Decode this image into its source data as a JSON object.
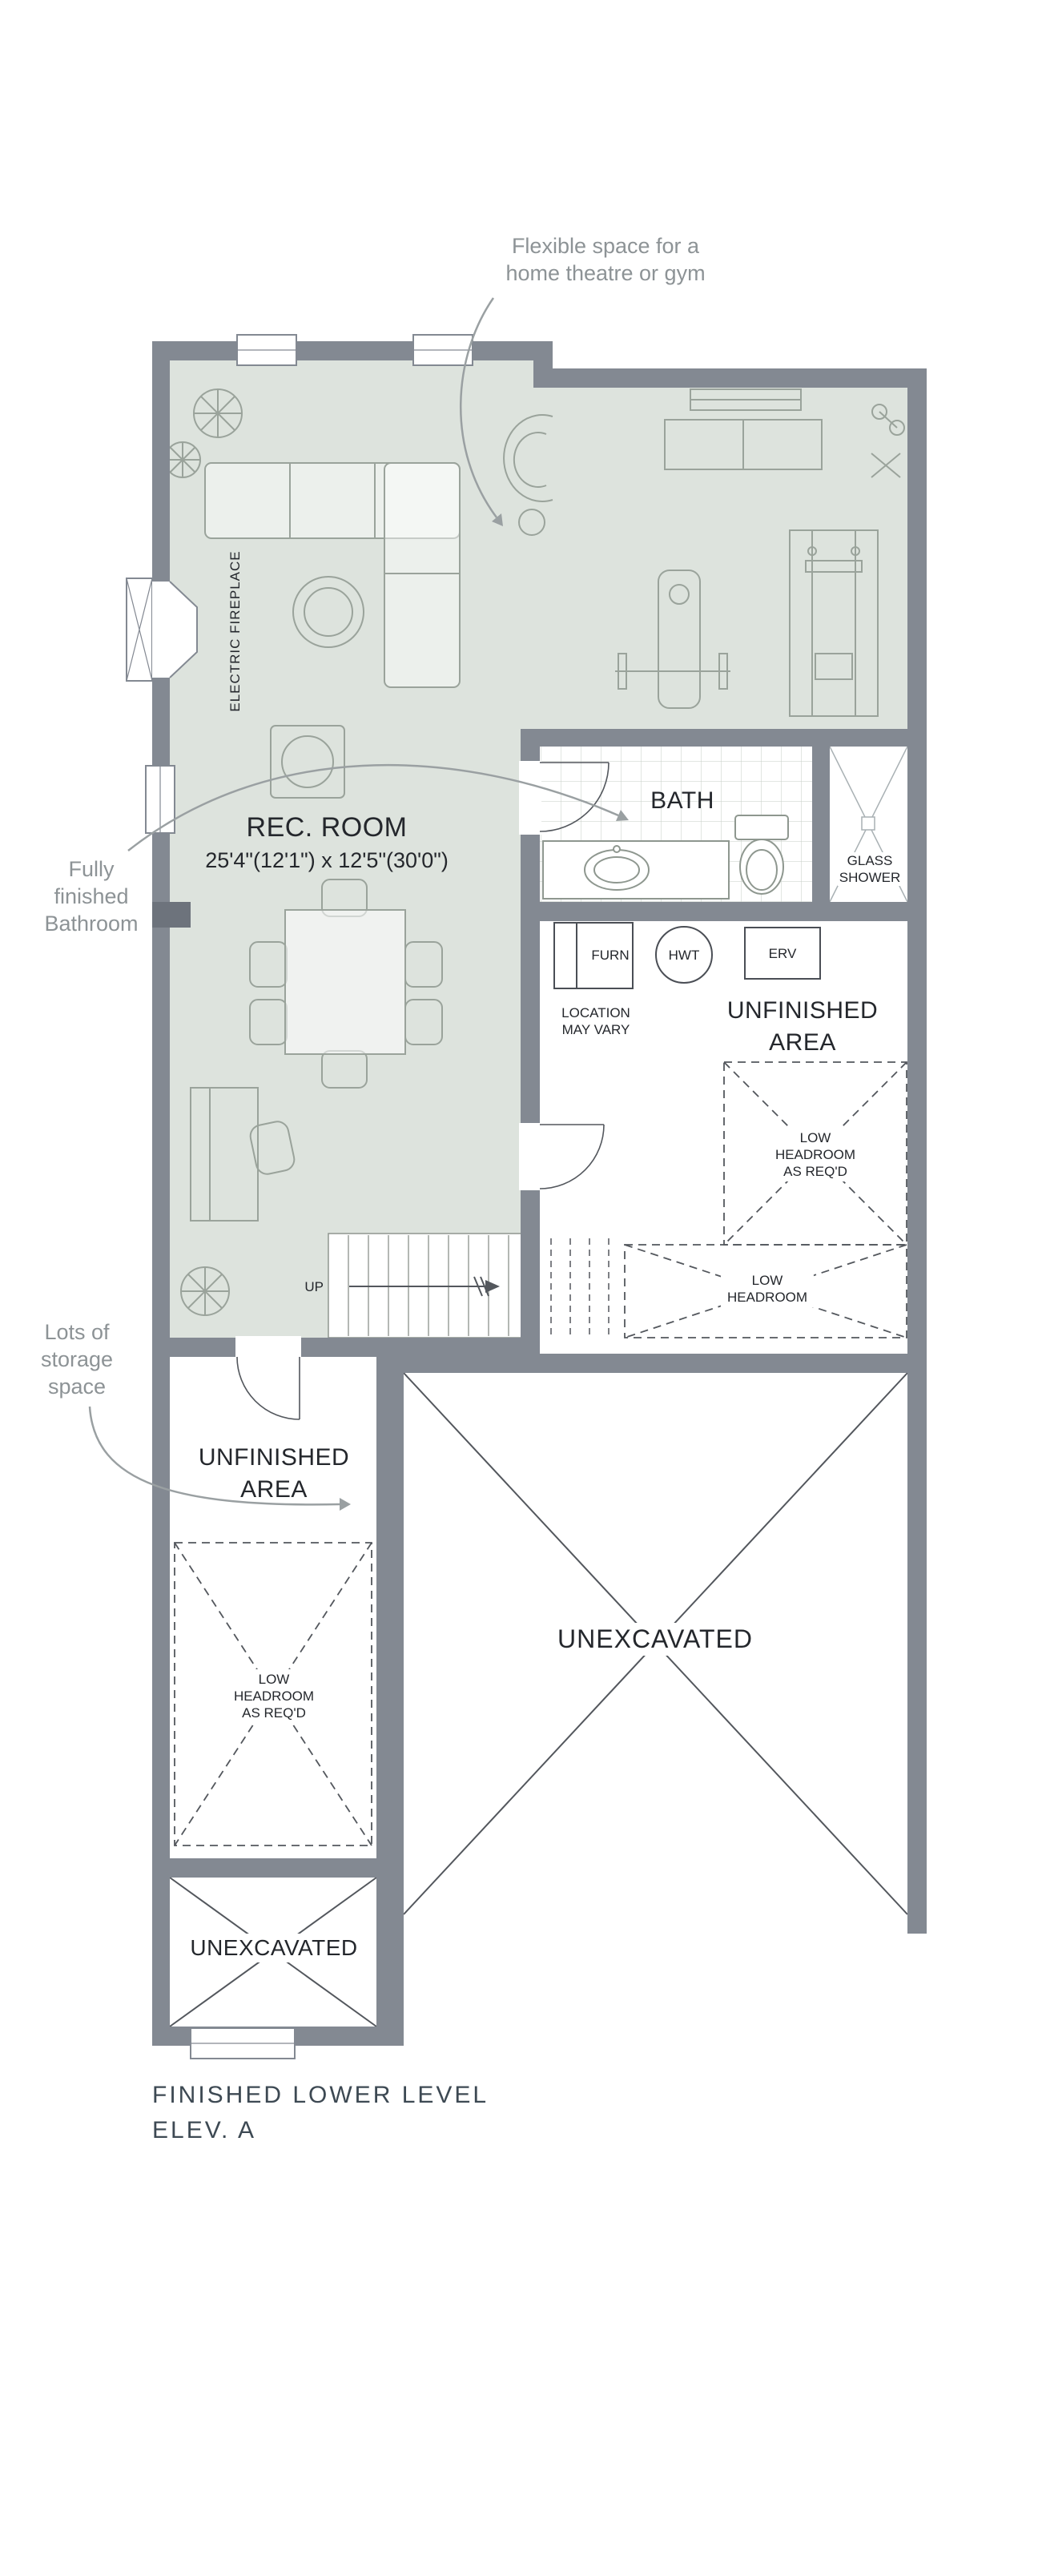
{
  "annotations": {
    "flexible_space": [
      "Flexible space for a",
      "home theatre or gym"
    ],
    "bathroom": [
      "Fully",
      "finished",
      "Bathroom"
    ],
    "storage": [
      "Lots of",
      "storage",
      "space"
    ]
  },
  "rooms": {
    "rec_room": {
      "name": "REC. ROOM",
      "dims": "25'4\"(12'1\") x 12'5\"(30'0\")"
    },
    "bath": "BATH",
    "glass_shower": [
      "GLASS",
      "SHOWER"
    ],
    "unfinished_right": [
      "UNFINISHED",
      "AREA"
    ],
    "unfinished_left": [
      "UNFINISHED",
      "AREA"
    ],
    "unexcavated_main": "UNEXCAVATED",
    "unexcavated_small": "UNEXCAVATED"
  },
  "equipment": {
    "furnace": "FURN",
    "water_tank": "HWT",
    "erv": "ERV",
    "location_note": [
      "LOCATION",
      "MAY VARY"
    ]
  },
  "notes": {
    "electric_fireplace": "ELECTRIC FIREPLACE",
    "low_headroom_right": [
      "LOW",
      "HEADROOM",
      "AS REQ'D"
    ],
    "low_headroom_stairs": [
      "LOW",
      "HEADROOM"
    ],
    "low_headroom_left": [
      "LOW",
      "HEADROOM",
      "AS REQ'D"
    ],
    "up": "UP"
  },
  "caption": [
    "FINISHED LOWER LEVEL",
    "ELEV. A"
  ],
  "colors": {
    "wall": "#838992",
    "floor": "#dde3dd",
    "annotation": "#8d9396",
    "linework": "#53575d",
    "caption": "#3d4953"
  }
}
